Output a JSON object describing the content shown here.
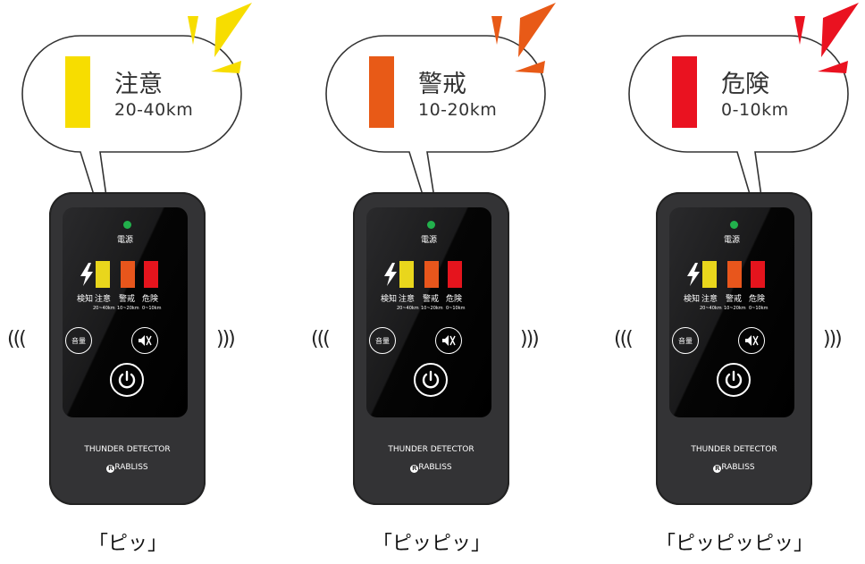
{
  "colors": {
    "yellow": "#f7dd00",
    "orange": "#e85a17",
    "red": "#ea1220",
    "device_yellow": "#e9d61c",
    "device_orange": "#e8561c",
    "device_red": "#e5141d",
    "green": "#22b14c"
  },
  "device": {
    "power_label": "電源",
    "detect_label": "検知",
    "levels": [
      {
        "label": "注意",
        "range": "20~40km"
      },
      {
        "label": "警戒",
        "range": "10~20km"
      },
      {
        "label": "危険",
        "range": "0~10km"
      }
    ],
    "volume_label": "音量",
    "model": "THUNDER  DETECTOR",
    "brand": "RABLISS",
    "icons": [
      "lightning-icon",
      "mute-icon",
      "power-icon",
      "rabliss-logo-icon"
    ]
  },
  "waves": {
    "left": "(((",
    "right": ")))"
  },
  "panels": [
    {
      "title": "注意",
      "range": "20-40km",
      "color": "#f7dd00",
      "caption": "「ピッ」",
      "level": 0
    },
    {
      "title": "警戒",
      "range": "10-20km",
      "color": "#e85a17",
      "caption": "「ピッピッ」",
      "level": 1
    },
    {
      "title": "危険",
      "range": "0-10km",
      "color": "#ea1220",
      "caption": "「ピッピッピッ」",
      "level": 2
    }
  ]
}
